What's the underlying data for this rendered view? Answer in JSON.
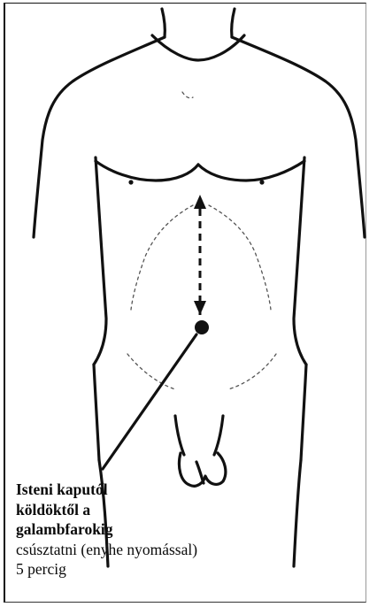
{
  "caption": {
    "line1": "Isteni kaputól",
    "line2": "köldöktől a",
    "line3": "galambfarokig",
    "line4": "csúsztatni (enyhe nyomással)",
    "line5": "5 percig"
  },
  "colors": {
    "ink": "#0a0a0a",
    "background": "#ffffff"
  }
}
